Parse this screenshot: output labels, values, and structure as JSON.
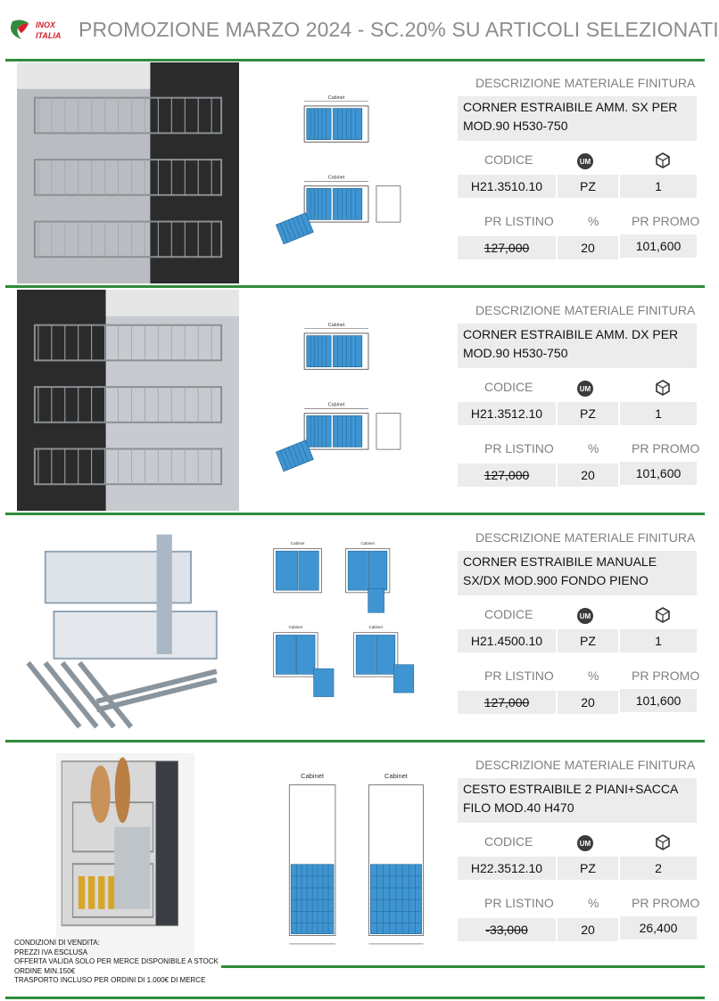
{
  "header": {
    "brand_line1": "INOX",
    "brand_line2": "ITALIA",
    "title": "PROMOZIONE MARZO 2024 - SC.20% SU ARTICOLI SELEZIONATI"
  },
  "labels": {
    "descrizione": "DESCRIZIONE  MATERIALE FINITURA",
    "codice": "CODICE",
    "um": "UM",
    "pr_listino": "PR LISTINO",
    "percent": "%",
    "pr_promo": "PR PROMO",
    "cabinet": "Cabinet"
  },
  "products": [
    {
      "description": "CORNER ESTRAIBILE AMM. SX PER MOD.90 H530-750",
      "code": "H21.3510.10",
      "um": "PZ",
      "qty": "1",
      "list_price": "127,000",
      "discount": "20",
      "promo_price": "101,600"
    },
    {
      "description": "CORNER ESTRAIBILE AMM. DX PER MOD.90 H530-750",
      "code": "H21.3512.10",
      "um": "PZ",
      "qty": "1",
      "list_price": "127,000",
      "discount": "20",
      "promo_price": "101,600"
    },
    {
      "description": "CORNER ESTRAIBILE MANUALE SX/DX MOD.900 FONDO PIENO",
      "code": "H21.4500.10",
      "um": "PZ",
      "qty": "1",
      "list_price": "127,000",
      "discount": "20",
      "promo_price": "101,600"
    },
    {
      "description": "CESTO ESTRAIBILE 2 PIANI+SACCA FILO MOD.40 H470",
      "code": "H22.3512.10",
      "um": "PZ",
      "qty": "2",
      "list_price": "-33,000",
      "discount": "20",
      "promo_price": "26,400"
    }
  ],
  "conditions": {
    "title": "CONDIZIONI DI VENDITA:",
    "lines": [
      "PREZZI IVA ESCLUSA",
      "OFFERTA VALIDA SOLO PER MERCE DISPONIBILE A STOCK",
      "ORDINE MIN.150€",
      "TRASPORTO INCLUSO PER ORDINI DI 1.000€ DI MERCE"
    ]
  },
  "colors": {
    "accent_green": "#2e8b3a",
    "logo_red": "#d4202a",
    "drawing_blue": "#3f95d1"
  }
}
